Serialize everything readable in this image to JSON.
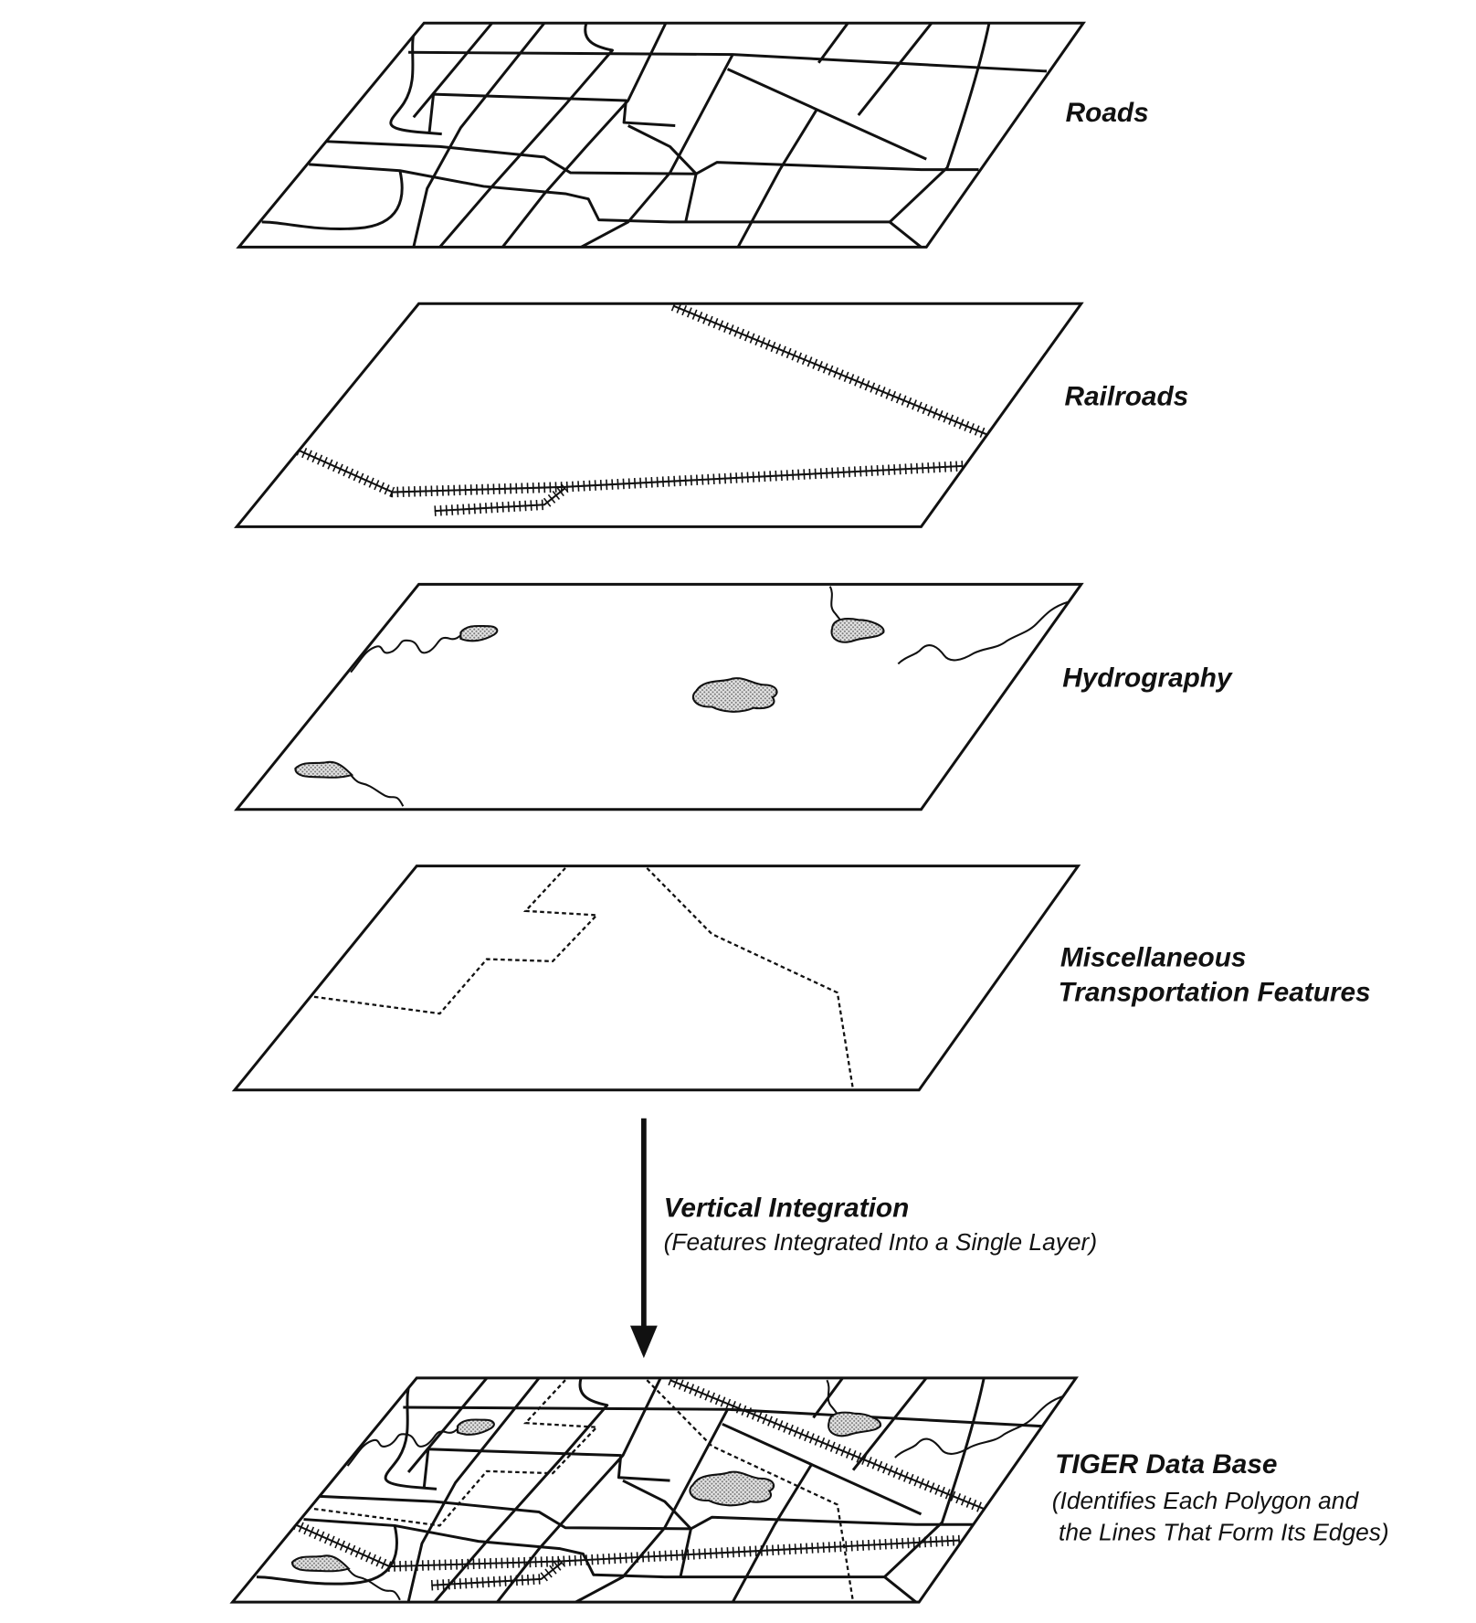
{
  "layers": [
    {
      "id": "roads",
      "label": "Roads"
    },
    {
      "id": "railroads",
      "label": "Railroads"
    },
    {
      "id": "hydrography",
      "label": "Hydrography"
    },
    {
      "id": "misc",
      "label_line1": "Miscellaneous",
      "label_line2": "Transportation Features"
    }
  ],
  "integration": {
    "title": "Vertical Integration",
    "subtitle": "(Features Integrated Into a Single Layer)"
  },
  "result": {
    "title": "TIGER Data Base",
    "subtitle_line1": "(Identifies Each Polygon and",
    "subtitle_line2": " the Lines That Form Its Edges)"
  },
  "colors": {
    "ink": "#111111",
    "water_fill": "#bdbdbd"
  }
}
